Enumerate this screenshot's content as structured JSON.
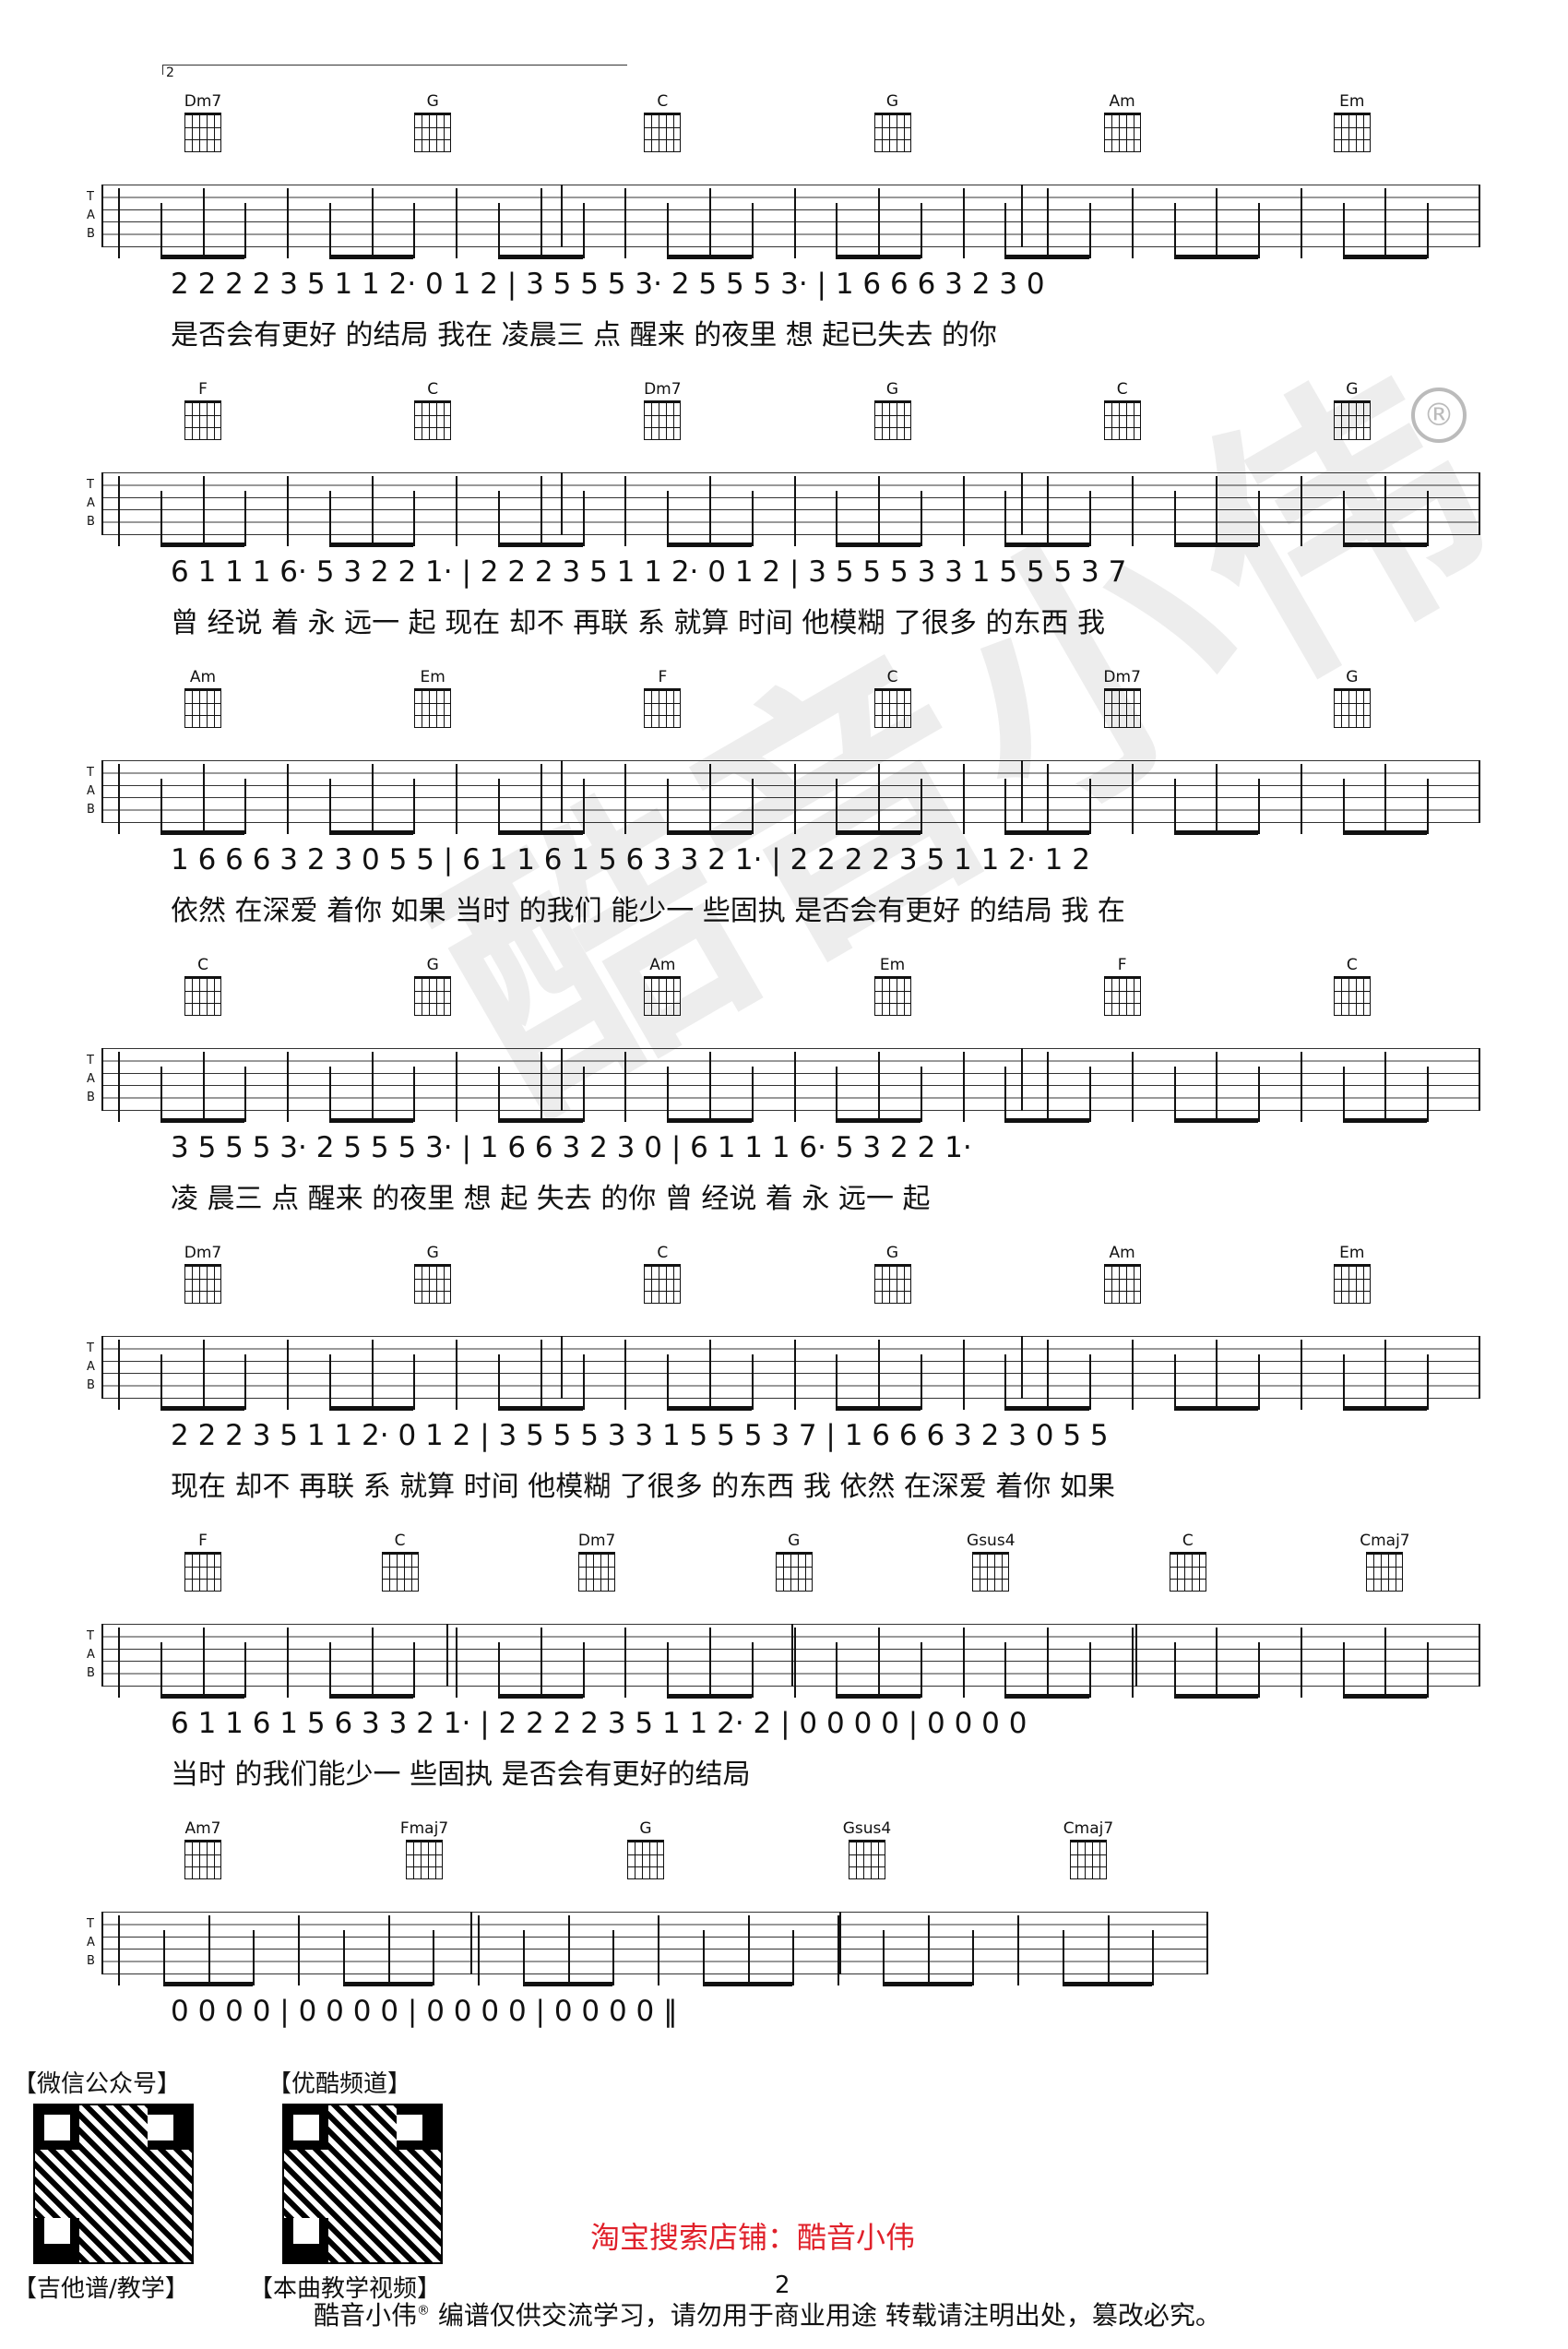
{
  "page_marker": "2",
  "watermark_text": "酷音小伟",
  "registered_mark": "®",
  "tab_letters": [
    "T",
    "A",
    "B"
  ],
  "systems": [
    {
      "chords": [
        "Dm7",
        "G",
        "C",
        "G",
        "Am",
        "Em"
      ],
      "notes": "2 2 2 2 3 5  1 1 2·   0  1 2  | 3  5 5 5 3·   2 5   5 5 3·   |  1  6 6 6 3  2 3        0",
      "lyrics": "是否会有更好 的结局     我在  凌晨三  点    醒来  的夜里      想 起已失去  的你"
    },
    {
      "chords": [
        "F",
        "C",
        "Dm7",
        "G",
        "C",
        "G"
      ],
      "notes": "6 1  1 1 6·   5  3 2 2 1·  | 2 2  2 3  5 1 1 2·   0  1 2 | 3 5  5 5 3  3 1 5  5 5 3  7",
      "lyrics": "曾 经说  着    永 远一  起     现在  却不  再联  系       就算 时间  他模糊  了很多  的东西 我"
    },
    {
      "chords": [
        "Am",
        "Em",
        "F",
        "C",
        "Dm7",
        "G"
      ],
      "notes": "1 6   6 6 3  2 3      0  5 5 | 6 1   1 6 1  5 6 3  3 2 1· | 2 2 2 2  3 5  1 1 2·   1  2",
      "lyrics": "依然  在深爱  着你         如果  当时  的我们  能少一  些固执    是否会有更好  的结局   我 在"
    },
    {
      "chords": [
        "C",
        "G",
        "Am",
        "Em",
        "F",
        "C"
      ],
      "notes": "3  5 5 5 3·   2 5   5 5 3·  |  1  6  6 3  2 3     0      |  6  1 1 1 6·   5  3 2 2 1·",
      "lyrics": "凌 晨三  点    醒来  的夜里     想 起  失去  的你              曾 经说  着    永 远一  起"
    },
    {
      "chords": [
        "Dm7",
        "G",
        "C",
        "G",
        "Am",
        "Em"
      ],
      "notes": "2 2  2 3  5 1 1 2·   0  1 2 | 3 5  5 5 3  3 1 5  5 5 3  7 | 1 6   6 6 3  2 3     0  5 5",
      "lyrics": "现在  却不  再联  系       就算 时间  他模糊  了很多  的东西 我  依然  在深爱  着你        如果"
    },
    {
      "chords": [
        "F",
        "C",
        "Dm7",
        "G",
        "Gsus4",
        "C",
        "Cmaj7"
      ],
      "notes": "6 1   1 6 1 5 6 3  3 2 1·  | 2 2 2 2 3 5 1  1 2· 2  | 0  0  0  0  | 0  0  0  0",
      "lyrics": "当时  的我们能少一  些固执    是否会有更好的结局"
    },
    {
      "chords": [
        "Am7",
        "Fmaj7",
        "G",
        "Gsus4",
        "Cmaj7"
      ],
      "notes": "0   0   0   0  | 0   0   0   0  |  0   0   0   0  |  0   0   0   0  ‖",
      "lyrics": ""
    }
  ],
  "qr_labels": {
    "wechat_top": "【微信公众号】",
    "wechat_bottom": "【吉他谱/教学】",
    "youku_top": "【优酷频道】",
    "youku_bottom": "【本曲教学视频】"
  },
  "shop": "淘宝搜索店铺：酷音小伟",
  "footer_prefix": "酷音小伟",
  "footer_sup": "®",
  "footer_rest": "编谱仅供交流学习，请勿用于商业用途  转载请注明出处，篡改必究。",
  "page_number": "2"
}
